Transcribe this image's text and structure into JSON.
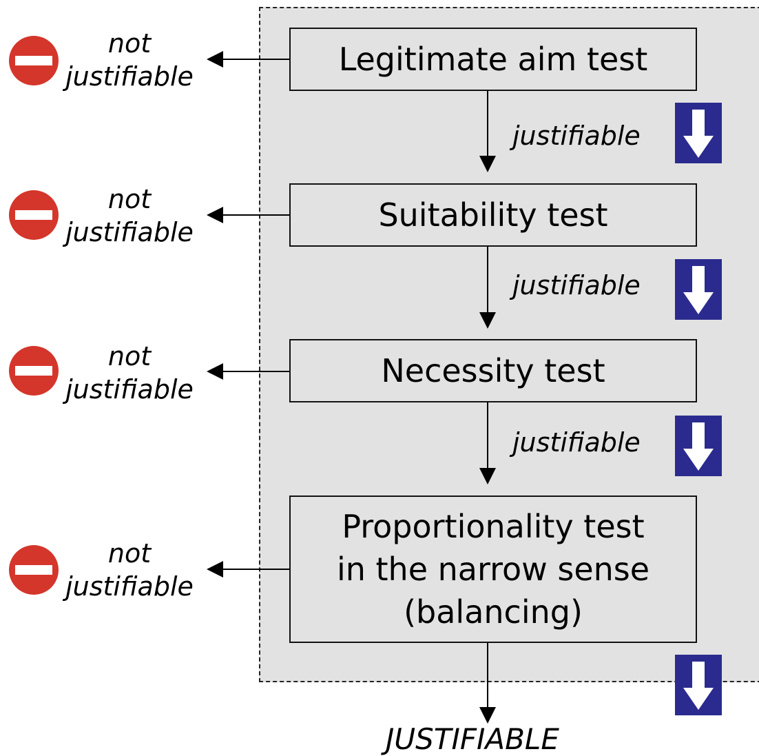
{
  "steps": [
    {
      "label": "Legitimate aim test",
      "pass_label": "justifiable",
      "fail_label": "not\njustifiable"
    },
    {
      "label": "Suitability test",
      "pass_label": "justifiable",
      "fail_label": "not\njustifiable"
    },
    {
      "label": "Necessity test",
      "pass_label": "justifiable",
      "fail_label": "not\njustifiable"
    },
    {
      "label": "Proportionality test\nin the narrow sense\n(balancing)",
      "fail_label": "not\njustifiable"
    }
  ],
  "final_label": "JUSTIFIABLE",
  "icons": {
    "fail": "no-entry-icon",
    "pass": "down-arrow-icon"
  },
  "colors": {
    "panel": "#e2e2e2",
    "stop_red": "#d4362b",
    "down_blue": "#2b2b8f"
  }
}
